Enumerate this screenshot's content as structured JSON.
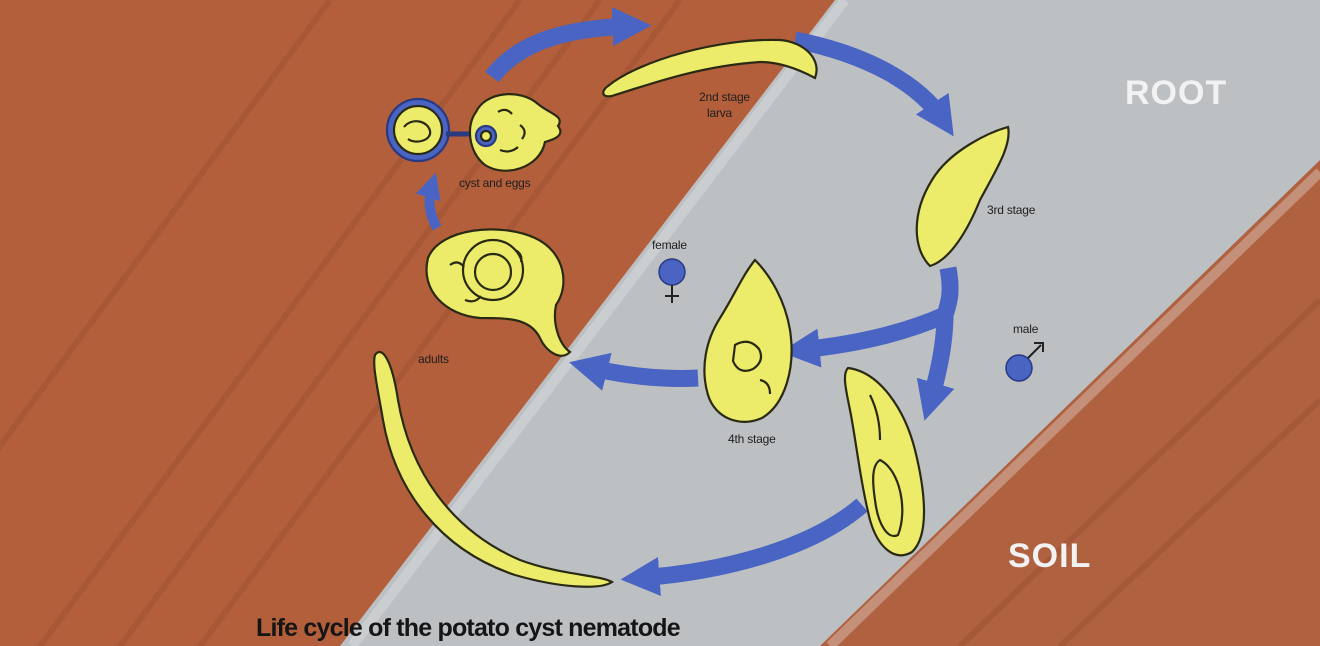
{
  "title": "Life cycle of the potato cyst nematode",
  "zones": {
    "root": "ROOT",
    "soil": "SOIL"
  },
  "stages": {
    "cyst": "cyst and eggs",
    "second_line1": "2nd stage",
    "second_line2": "larva",
    "third": "3rd stage",
    "fourth": "4th stage",
    "adults": "adults",
    "female": "female",
    "male": "male"
  },
  "colors": {
    "root_brown": "#b35f3c",
    "soil_grey": "#c3c6c9",
    "organism_yellow": "#ecec6a",
    "organism_outline": "#2a2a14",
    "arrow_blue": "#4a64c4",
    "symbol_blue": "#4a64c4"
  },
  "icons": {
    "female_symbol": "female-sign-icon",
    "male_symbol": "male-sign-icon"
  }
}
